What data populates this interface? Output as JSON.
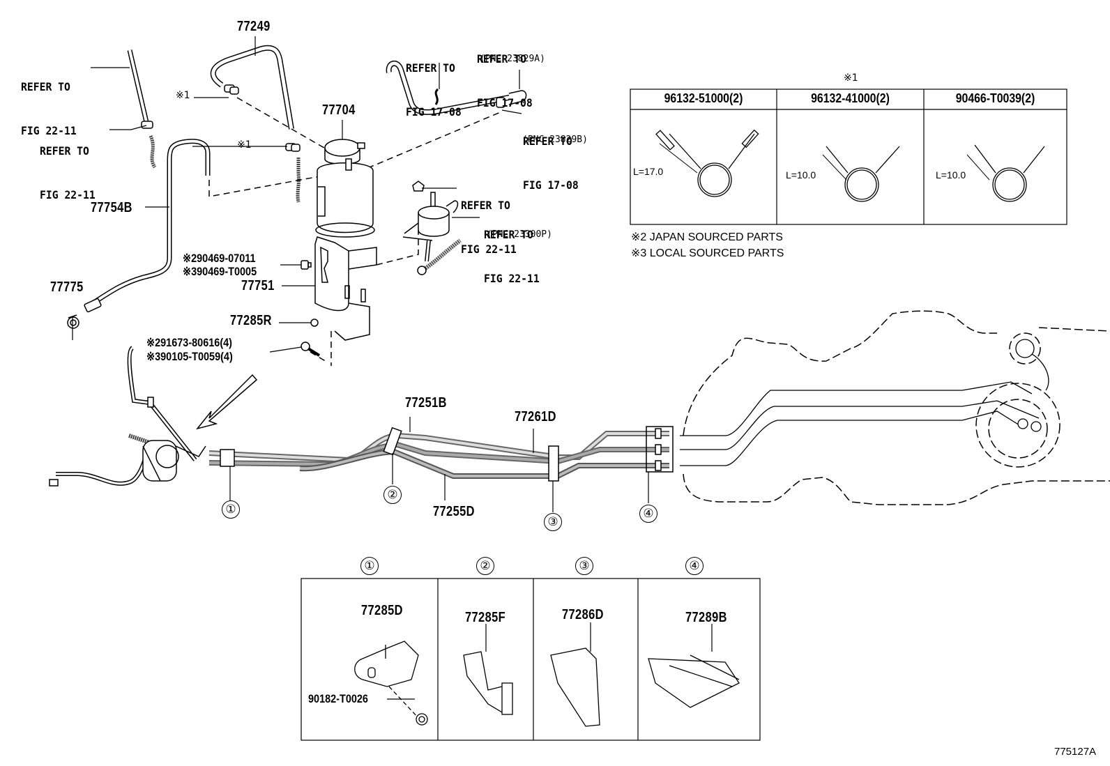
{
  "figure_id": "775127A",
  "callouts": {
    "hose_top": "77249",
    "canister": "77704",
    "hose_left": "77754B",
    "clamp_left": "77775",
    "bracket": "77751",
    "bracket_clip": "77285R",
    "tube_upper": "77251B",
    "tube_mid": "77261D",
    "tube_lower": "77255D"
  },
  "references": {
    "ref_left_upper": {
      "line1": "REFER TO",
      "line2": "FIG 22-11"
    },
    "ref_left_lower": {
      "line1": "REFER TO",
      "line2": "FIG 22-11"
    },
    "ref_top_a": {
      "line1": "REFER TO",
      "line2": "FIG 17-08"
    },
    "ref_top_b": {
      "line1": "REFER TO",
      "line2": "FIG 17-08",
      "pnc": "(PNC 23829A)"
    },
    "ref_top_c": {
      "line1": "REFER TO",
      "line2": "FIG 17-08",
      "pnc": "(PNC 23829B)"
    },
    "ref_filter_nut": {
      "line1": "REFER TO",
      "line2": "FIG 22-11"
    },
    "ref_filter": {
      "line1": "REFER TO",
      "line2": "FIG 22-11",
      "pnc": "(PNC 23300P)"
    }
  },
  "clamp_marks": {
    "mark1_a": "※1",
    "mark1_b": "※1"
  },
  "fasteners": {
    "nut_japan": {
      "mark": "※2",
      "part": "90469-07011"
    },
    "nut_local": {
      "mark": "※3",
      "part": "90469-T0005"
    },
    "bolt_japan": {
      "mark": "※2",
      "part": "91673-80616(4)"
    },
    "bolt_local": {
      "mark": "※3",
      "part": "90105-T0059(4)"
    }
  },
  "clamp_table": {
    "title": "※1",
    "columns": [
      {
        "part": "96132-51000(2)",
        "dimension": "L=17.0"
      },
      {
        "part": "96132-41000(2)",
        "dimension": "L=10.0"
      },
      {
        "part": "90466-T0039(2)",
        "dimension": "L=10.0"
      }
    ],
    "notes": [
      "※2 JAPAN SOURCED PARTS",
      "※3 LOCAL SOURCED PARTS"
    ]
  },
  "clip_markers": [
    "①",
    "②",
    "③",
    "④"
  ],
  "clip_table": {
    "columns": [
      {
        "marker": "①",
        "part": "77285D",
        "sub_part": "90182-T0026"
      },
      {
        "marker": "②",
        "part": "77285F"
      },
      {
        "marker": "③",
        "part": "77286D"
      },
      {
        "marker": "④",
        "part": "77289B"
      }
    ]
  }
}
